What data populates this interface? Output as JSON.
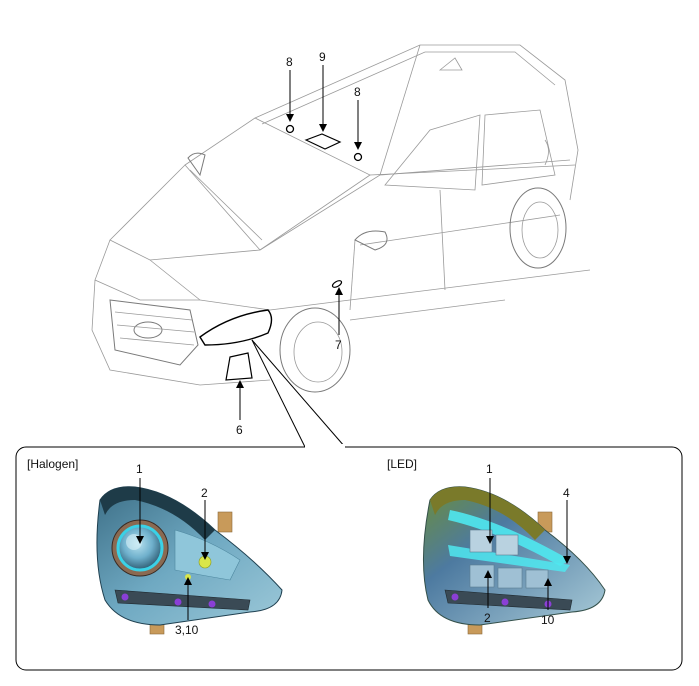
{
  "overview": {
    "callouts": [
      {
        "id": "roof-left",
        "label": "8"
      },
      {
        "id": "roof-panel",
        "label": "9"
      },
      {
        "id": "roof-right",
        "label": "8"
      },
      {
        "id": "side-repeater",
        "label": "7"
      },
      {
        "id": "fog-lamp",
        "label": "6"
      }
    ]
  },
  "detail": {
    "halogen": {
      "title": "[Halogen]",
      "callouts": [
        {
          "id": "projector",
          "label": "1"
        },
        {
          "id": "position-lamp",
          "label": "2"
        },
        {
          "id": "turn-signal",
          "label": "3,10"
        }
      ]
    },
    "led": {
      "title": "[LED]",
      "callouts": [
        {
          "id": "projector",
          "label": "1"
        },
        {
          "id": "drl",
          "label": "4"
        },
        {
          "id": "low-beam",
          "label": "2"
        },
        {
          "id": "turn-signal",
          "label": "10"
        }
      ]
    }
  },
  "colors": {
    "lens_blue": "#5a9fc0",
    "housing_dark": "#2f5d74",
    "reflector_cyan": "#3ad1e6",
    "bulb_yellow": "#d9e64a",
    "clip_purple": "#8a3fd6",
    "bracket_tan": "#c89a5a",
    "led_glow": "#4fe8f0"
  }
}
